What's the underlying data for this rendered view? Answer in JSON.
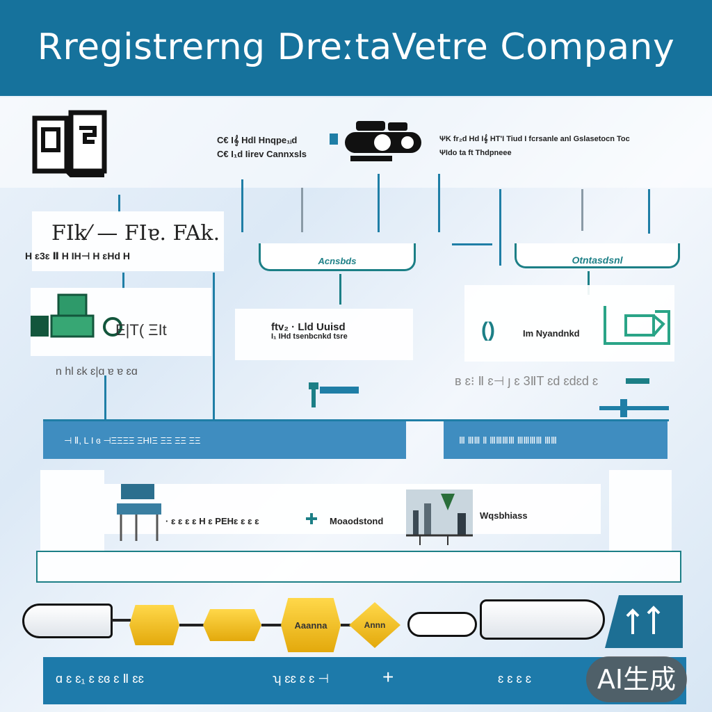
{
  "header": {
    "title": "Rregistrerng Dre⁠ːtaVetre Company"
  },
  "top": {
    "left_text_1": "C€ I𝄞 Hdl Hnqpe₁ᵢd",
    "left_text_2": "C€ I₁d Iirev Cannxsls",
    "right_text_1": "ΨK fr₂d Hd I𝄞 HT'I Tiud I fcrsanle anl Gslasetocn Toc",
    "right_text_2": "ΨIdo ta ft Thdpneee"
  },
  "left_box": {
    "title": "FIk⁄ — FIɐ. FAk.",
    "text": "H ɛ3ɛ Ⅱ H IH⊣ H ɛHd H"
  },
  "left_card": {
    "text": "E|T(      ΞIt"
  },
  "left_sub": {
    "text": "n hl ɛk ɛ|ɑ ɐ  ɐ  ɛɑ"
  },
  "center_bracket": {
    "label": "Acnsbds"
  },
  "right_bracket": {
    "label": "Otntasdsnl"
  },
  "center_card": {
    "text_1": "ftv₂ · Lld Uuisd",
    "text_2": "I₁ IHd tsenbcnkd tsre"
  },
  "right_card": {
    "text": "Im Nyandnkd",
    "glyph": "()"
  },
  "mid_right_text": {
    "text": "ʙ ɛ⁝ Ⅱ ɛ⊣ ȷ ɛ 3ⅡT ɛd ɛdɛd ɛ"
  },
  "band_left": {
    "text": "⊣ Ⅱ, L I ɞ ⊣ΞΞΞΞ ΞHIΞ ΞΞ ΞΞ ΞΞ"
  },
  "band_right": {
    "text": "Ⅲ ⅢⅢ Ⅱ ⅢⅢⅢⅢ ⅢⅢⅢⅢ ⅢⅢ"
  },
  "process_row": {
    "left_text": "· ɛ ɛ ɛ ɛ H ɛ PEHɛ ɛ ɛ ɛ",
    "middle_text": "Moaodstond",
    "right_text": "Wqsbhiass"
  },
  "icons_row": {
    "hex_1": "",
    "hex_2": "",
    "hex_3": "Aaanna",
    "diamond": "Annn"
  },
  "footer": {
    "text_1": "ɑ ɛ ɛ₁ ɛ ɛɞ ɛ Ⅱ ɛɛ",
    "text_2": "ʮ ɛɛ ɛ ɛ ⊣",
    "text_3": "+",
    "text_4": "ɛ ɛ ɛ ɛ"
  },
  "badge": {
    "text": "AI生成"
  },
  "colors": {
    "header": "#16729c",
    "accent_teal": "#1c7f86",
    "band": "#3f8dc0",
    "footer": "#1d7aaa"
  }
}
